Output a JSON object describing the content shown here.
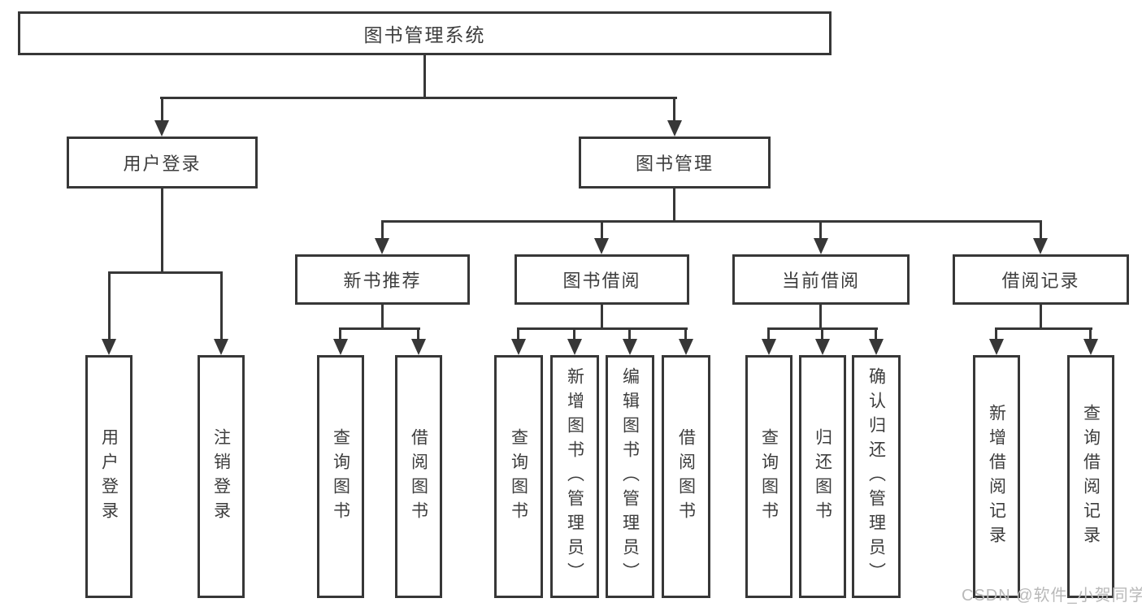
{
  "tree": {
    "root": "图书管理系统",
    "level2": [
      {
        "label": "用户登录",
        "children": [
          {
            "label": "用户登录"
          },
          {
            "label": "注销登录"
          }
        ]
      },
      {
        "label": "图书管理",
        "children": [
          {
            "label": "新书推荐",
            "children": [
              {
                "label": "查询图书"
              },
              {
                "label": "借阅图书"
              }
            ]
          },
          {
            "label": "图书借阅",
            "children": [
              {
                "label": "查询图书"
              },
              {
                "label": "新增图书（管理员）"
              },
              {
                "label": "编辑图书（管理员）"
              },
              {
                "label": "借阅图书"
              }
            ]
          },
          {
            "label": "当前借阅",
            "children": [
              {
                "label": "查询图书"
              },
              {
                "label": "归还图书"
              },
              {
                "label": "确认归还（管理员）"
              }
            ]
          },
          {
            "label": "借阅记录",
            "children": [
              {
                "label": "新增借阅记录"
              },
              {
                "label": "查询借阅记录"
              }
            ]
          }
        ]
      }
    ]
  },
  "watermark": "CSDN @软件_小贺同学",
  "colors": {
    "line": "#373737",
    "text": "#3d3d3d",
    "watermark": "#b9b9b9",
    "background": "#ffffff"
  }
}
